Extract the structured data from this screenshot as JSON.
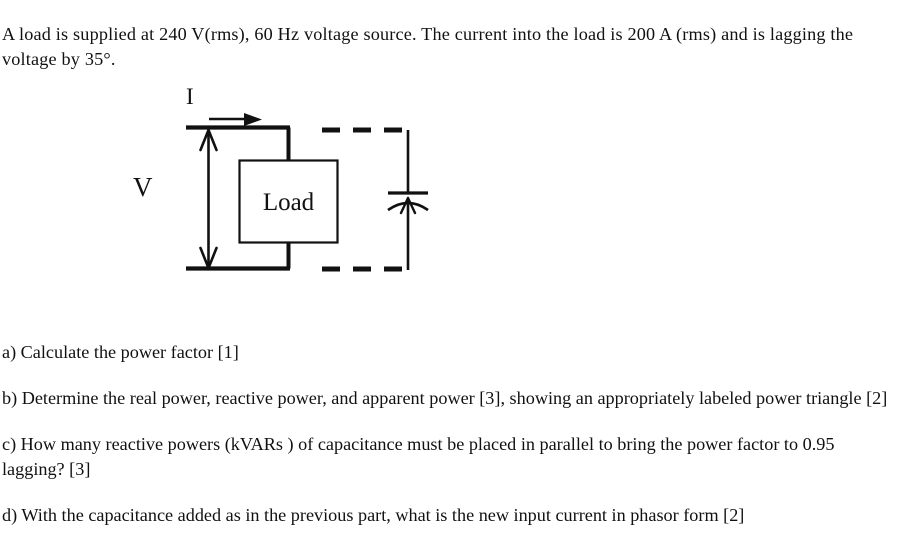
{
  "document": {
    "intro": "A load is supplied at 240 V(rms), 60 Hz voltage source. The current into the load is 200 A (rms) and is lagging the voltage by 35°.",
    "questions": [
      "a) Calculate the power factor [1]",
      "b) Determine the real power, reactive power, and apparent power [3], showing an appropriately labeled power triangle [2]",
      "c) How many reactive powers (kVARs ) of capacitance must be placed in parallel to bring the power factor to 0.95 lagging? [3]",
      "d) With the capacitance added as in the previous part, what is the new input current in phasor form [2]"
    ]
  },
  "figure": {
    "current_label": "I",
    "voltage_label": "V",
    "load_label": "Load",
    "line_color": "#111111",
    "background_color": "#ffffff",
    "elements": {
      "current_arrow": "current-direction-arrow",
      "voltage_arrow": "voltage-double-arrow",
      "load_block": "load-box",
      "capacitor": "variable-capacitor-symbol",
      "dashed_branch": "dashed-capacitor-branch"
    }
  }
}
